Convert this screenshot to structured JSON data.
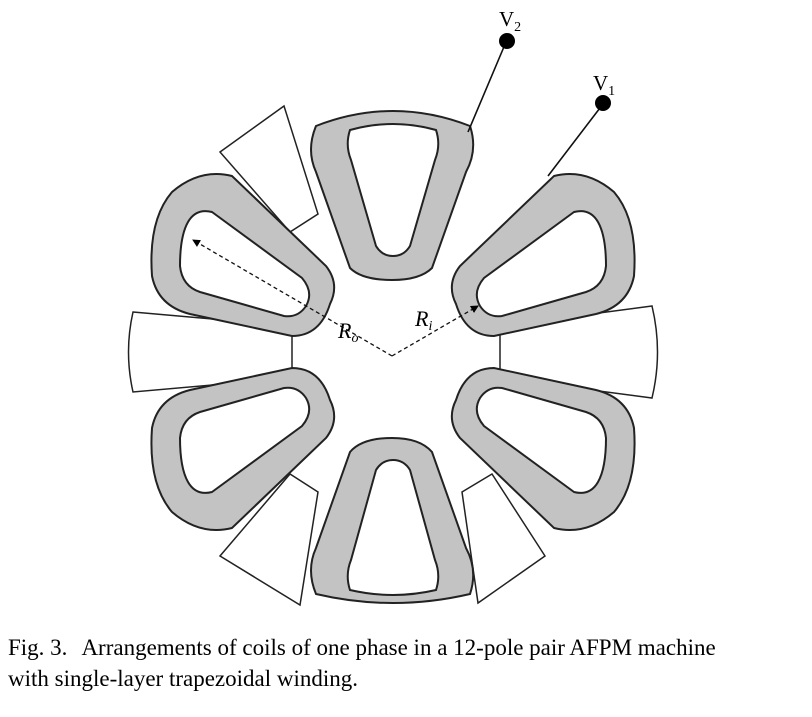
{
  "figure": {
    "terminals": [
      {
        "main": "V",
        "sub": "2"
      },
      {
        "main": "V",
        "sub": "1"
      }
    ],
    "radii": [
      {
        "main": "R",
        "sub": "o"
      },
      {
        "main": "R",
        "sub": "i"
      }
    ]
  },
  "caption": {
    "label": "Fig. 3.",
    "line1": "Arrangements of coils of one phase in a 12-pole pair AFPM machine",
    "line2": "with single-layer trapezoidal winding."
  }
}
